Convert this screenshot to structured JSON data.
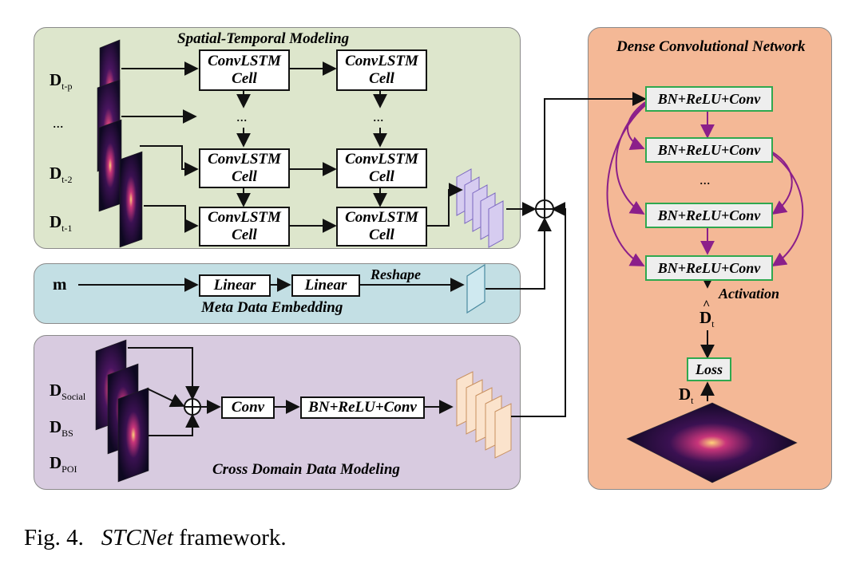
{
  "panels": {
    "spatial_temporal": {
      "title": "Spatial-Temporal Modeling",
      "cell_label": "ConvLSTM Cell"
    },
    "meta": {
      "title": "Meta Data Embedding",
      "input": "m",
      "linear1": "Linear",
      "linear2": "Linear",
      "reshape": "Reshape"
    },
    "cross_domain": {
      "title": "Cross Domain Data Modeling",
      "conv": "Conv",
      "bn": "BN+ReLU+Conv"
    },
    "dense": {
      "title": "Dense Convolutional Network",
      "block": "BN+ReLU+Conv",
      "activation": "Activation",
      "loss": "Loss"
    }
  },
  "inputs": {
    "d_tp": {
      "base": "D",
      "sub": "t-p"
    },
    "d_t2": {
      "base": "D",
      "sub": "t-2"
    },
    "d_t1": {
      "base": "D",
      "sub": "t-1"
    },
    "d_social": {
      "base": "D",
      "sub": "Social"
    },
    "d_bs": {
      "base": "D",
      "sub": "BS"
    },
    "d_poi": {
      "base": "D",
      "sub": "POI"
    },
    "d_hat": {
      "base": "D",
      "hat": "^",
      "sub": "t"
    },
    "d_t": {
      "base": "D",
      "sub": "t"
    }
  },
  "ellipsis": "...",
  "colors": {
    "st_panel": "#dde6cc",
    "meta_panel": "#c3dfe4",
    "cd_panel": "#d8cbe0",
    "dense_panel": "#f4b896",
    "purple_arrow": "#8b1f8a",
    "green_border": "#2fa84f"
  },
  "caption": {
    "prefix": "Fig. 4.",
    "name": "STCNet",
    "suffix": "framework."
  }
}
